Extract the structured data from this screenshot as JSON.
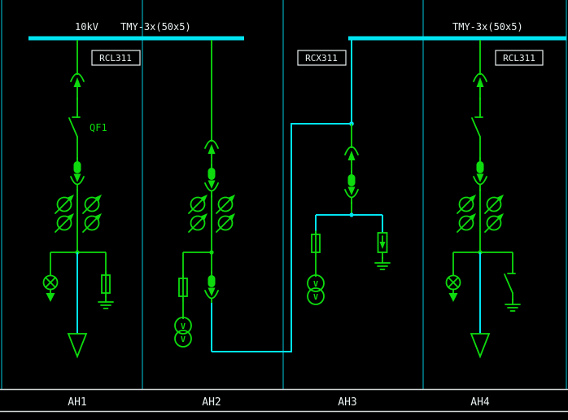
{
  "colors": {
    "background": "#000000",
    "bus": "#00e4f2",
    "symbol": "#0edb0e",
    "divider": "#00a8b8",
    "frame": "#cfd4d4",
    "text": "#e8efef"
  },
  "header": {
    "voltage": "10kV",
    "bus_spec_left": "TMY-3x(50x5)",
    "bus_spec_right": "TMY-3x(50x5)"
  },
  "tags": {
    "left": "RCL311",
    "middle": "RCX311",
    "right": "RCL311"
  },
  "labels": {
    "breaker": "QF1",
    "vt_letter": "V"
  },
  "bays": [
    {
      "name": "AH1"
    },
    {
      "name": "AH2"
    },
    {
      "name": "AH3"
    },
    {
      "name": "AH4"
    }
  ]
}
